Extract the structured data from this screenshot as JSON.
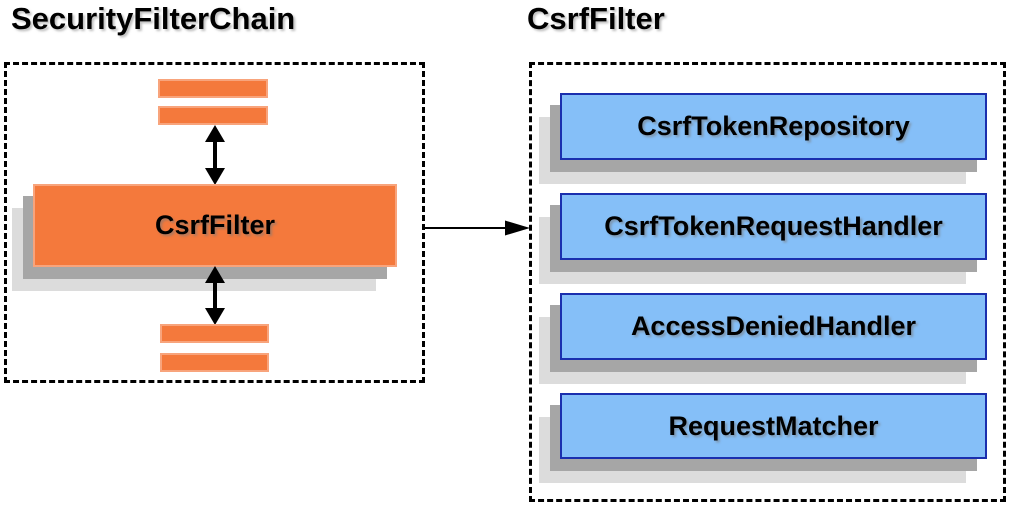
{
  "diagram": {
    "left": {
      "title": "SecurityFilterChain",
      "filter_box_label": "CsrfFilter"
    },
    "right": {
      "title": "CsrfFilter",
      "components": [
        {
          "label": "CsrfTokenRepository"
        },
        {
          "label": "CsrfTokenRequestHandler"
        },
        {
          "label": "AccessDeniedHandler"
        },
        {
          "label": "RequestMatcher"
        }
      ]
    },
    "colors": {
      "orange_fill": "#F4793C",
      "orange_border": "#F8A47C",
      "blue_fill": "#85BFF8",
      "blue_border": "#1B2FAE",
      "shadow_dark": "#A6A6A6",
      "shadow_light": "#DCDCDC",
      "arrow": "#000000"
    }
  }
}
